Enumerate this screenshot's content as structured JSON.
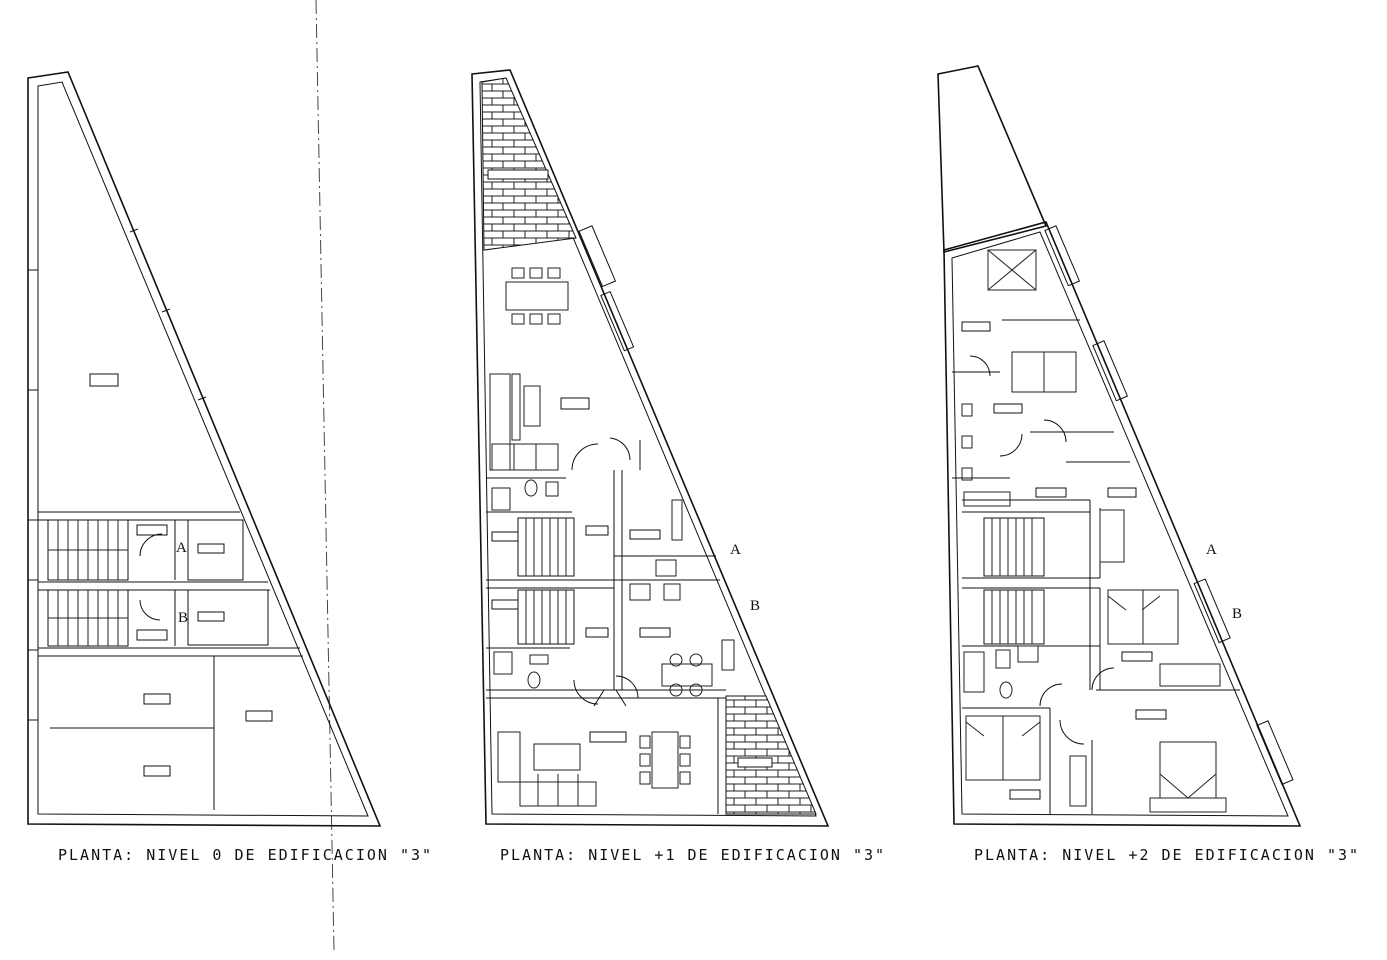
{
  "plans": [
    {
      "id": "nivel-0",
      "caption": "PLANTA: NIVEL 0 DE EDIFICACION \"3\"",
      "marker_a": "A",
      "marker_b": "B"
    },
    {
      "id": "nivel-1",
      "caption": "PLANTA: NIVEL +1 DE EDIFICACION \"3\"",
      "marker_a": "A",
      "marker_b": "B"
    },
    {
      "id": "nivel-2",
      "caption": "PLANTA: NIVEL +2 DE EDIFICACION \"3\"",
      "marker_a": "A",
      "marker_b": "B"
    }
  ],
  "colors": {
    "ink": "#111111",
    "paper": "#ffffff"
  }
}
